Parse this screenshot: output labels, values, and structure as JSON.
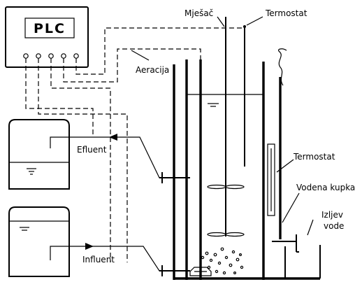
{
  "labels": {
    "plc": "PLC",
    "mixer": "Mješač",
    "thermostat_top": "Termostat",
    "aeration": "Aeracija",
    "effluent": "Efluent",
    "influent": "Influent",
    "thermostat_side": "Termostat",
    "water_bath": "Vodena kupka",
    "water_outlet_line1": "Izljev",
    "water_outlet_line2": "vode"
  }
}
